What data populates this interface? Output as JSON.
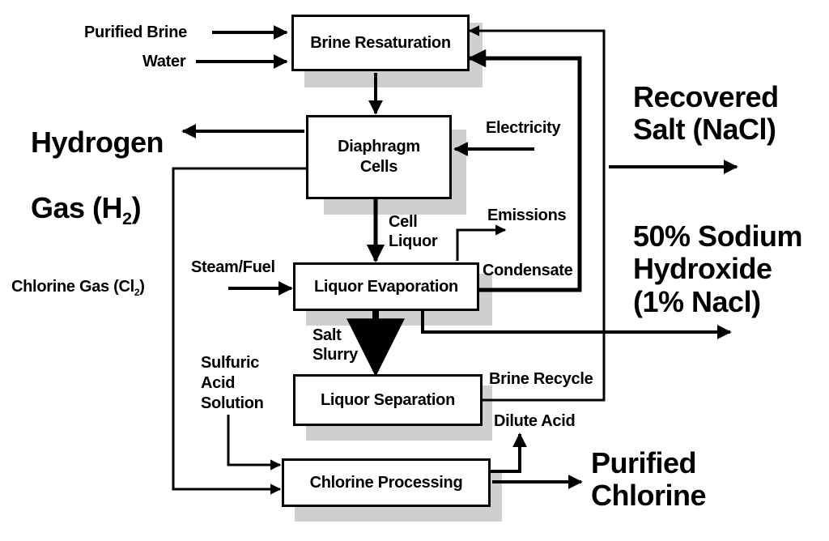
{
  "boxes": {
    "brine_resaturation": "Brine Resaturation",
    "diaphragm_cells": "Diaphragm\nCells",
    "liquor_evaporation": "Liquor Evaporation",
    "liquor_separation": "Liquor Separation",
    "chlorine_processing": "Chlorine Processing"
  },
  "labels": {
    "purified_brine": "Purified Brine",
    "water": "Water",
    "electricity": "Electricity",
    "cell_liquor": "Cell\nLiquor",
    "emissions": "Emissions",
    "steam_fuel": "Steam/Fuel",
    "condensate": "Condensate",
    "salt_slurry": "Salt\nSlurry",
    "brine_recycle": "Brine Recycle",
    "sulfuric_acid": "Sulfuric\nAcid\nSolution",
    "dilute_acid": "Dilute Acid",
    "chlorine_gas_main": "Chlorine Gas (Cl",
    "chlorine_gas_sub": "2",
    "chlorine_gas_end": ")"
  },
  "outputs": {
    "hydrogen_line1": "Hydrogen",
    "hydrogen_line2": "Gas (H",
    "hydrogen_sub": "2",
    "hydrogen_end": ")",
    "recovered_salt": "Recovered\nSalt (NaCl)",
    "sodium_hydroxide": "50% Sodium\nHydroxide\n(1% Nacl)",
    "purified_chlorine": "Purified\nChlorine"
  }
}
